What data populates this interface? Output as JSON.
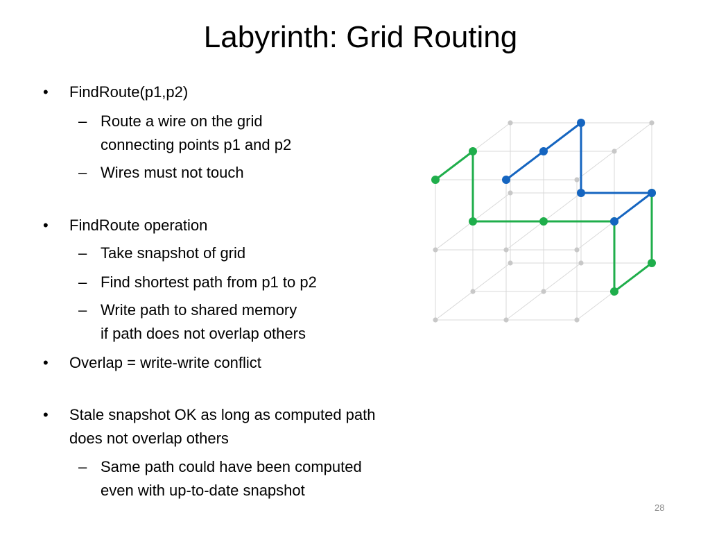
{
  "slide": {
    "title": "Labyrinth: Grid Routing",
    "page_number": "28",
    "bullet_marker": "•",
    "dash_marker": "–",
    "lines": [
      {
        "text": "FindRoute(p1,p2)",
        "level": 1
      },
      {
        "text": "Route a wire on the grid",
        "level": 2
      },
      {
        "text": "connecting points p1 and p2",
        "level": 2,
        "continuation": true
      },
      {
        "text": "Wires must not touch",
        "level": 2
      },
      {
        "text": "FindRoute operation",
        "level": 1
      },
      {
        "text": "Take snapshot of grid",
        "level": 2
      },
      {
        "text": "Find shortest path from p1 to p2",
        "level": 2
      },
      {
        "text": "Write path to shared memory",
        "level": 2
      },
      {
        "text": "if path does not overlap others",
        "level": 2,
        "continuation": true
      },
      {
        "text": "Overlap = write-write conflict",
        "level": 1
      },
      {
        "text": "Stale snapshot OK as long as computed path",
        "level": 1
      },
      {
        "text": "does not overlap others",
        "level": 1,
        "continuation": true
      },
      {
        "text": "Same path could have been computed",
        "level": 2
      },
      {
        "text": "even with up-to-date snapshot",
        "level": 2,
        "continuation": true
      }
    ]
  },
  "figure": {
    "colors": {
      "grid": "#d9d9d9",
      "grid_node": "#c8c8c8",
      "green_wire": "#1fae4b",
      "blue_wire": "#1565c0"
    }
  }
}
